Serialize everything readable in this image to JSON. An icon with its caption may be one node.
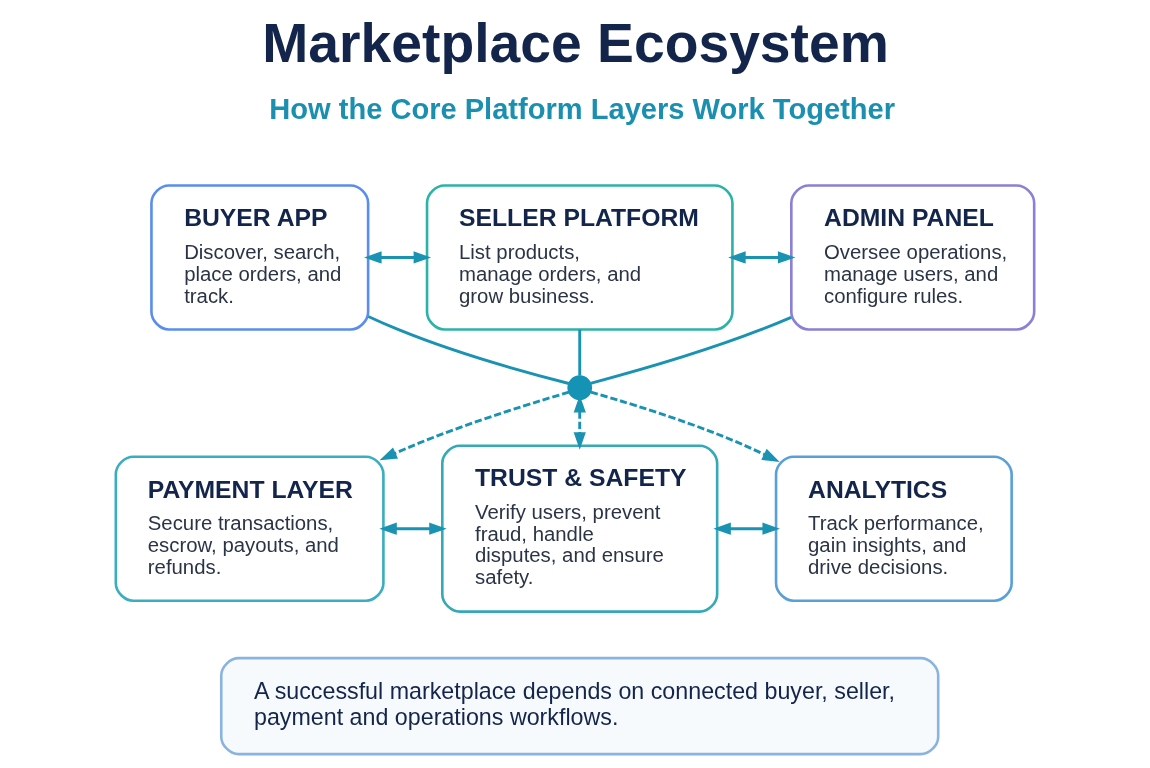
{
  "diagram": {
    "title": "Marketplace Ecosystem",
    "nodes": [
      {
        "text": [
          "BUYER APP",
          "Discover, search, place orders, and track."
        ]
      },
      {
        "text": [
          "SELLER PLATFORM",
          "List products, manage orders, and grow business."
        ]
      },
      {
        "text": [
          "ADMIN PANEL",
          "Oversee operations, manage users, and configure rules."
        ]
      },
      {
        "text": [],
        "shape": "circle"
      },
      {
        "text": [
          "PAYMENT LAYER",
          "Secure transactions, escrow, payouts, and refunds."
        ]
      },
      {
        "text": [
          "TRUST & SAFETY",
          "Verify users, prevent fraud, handle disputes, and ensure safety."
        ]
      },
      {
        "text": [
          "ANALYTICS",
          "Track performance, gain insights, and drive decisions."
        ]
      },
      {
        "text": [
          "A successful marketplace depends on connected buyer, seller, payment and operations workflows."
        ]
      }
    ],
    "edges": [
      {
        "from": 0,
        "to": 1,
        "arrow": "both"
      },
      {
        "from": 1,
        "to": 2,
        "arrow": "both"
      },
      {
        "from": 0,
        "to": 3,
        "arrow": "none"
      },
      {
        "from": 1,
        "to": 3,
        "arrow": "none"
      },
      {
        "from": 2,
        "to": 3,
        "arrow": "none"
      },
      {
        "from": 3,
        "to": 4,
        "arrow": "to",
        "style": "dashed"
      },
      {
        "from": 3,
        "to": 5,
        "arrow": "both",
        "style": "dashed"
      },
      {
        "from": 3,
        "to": 6,
        "arrow": "to",
        "style": "dashed"
      },
      {
        "from": 4,
        "to": 5,
        "arrow": "both"
      },
      {
        "from": 5,
        "to": 6,
        "arrow": "both"
      }
    ],
    "labels": [
      "How the Core Platform Layers Work Together"
    ]
  }
}
